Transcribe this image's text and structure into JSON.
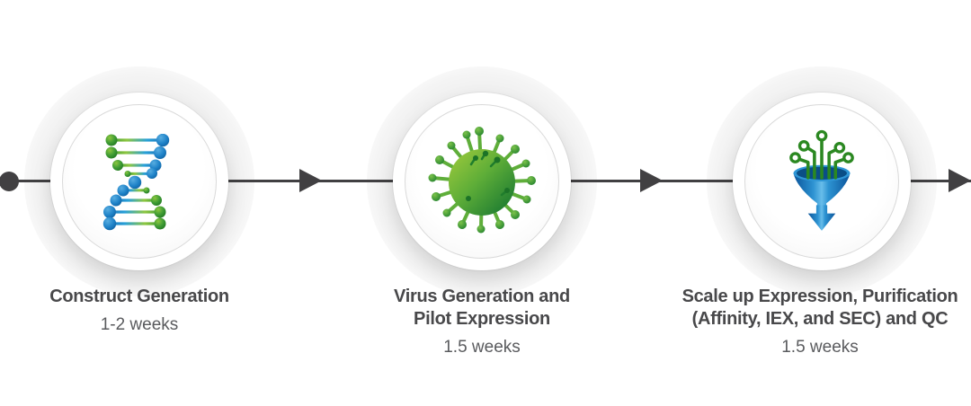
{
  "timeline": {
    "line_color": "#414042",
    "start_marker": "dot",
    "end_marker": "right-arrow",
    "connector": "right-arrow"
  },
  "stages": [
    {
      "icon": "dna-construct-icon",
      "title_lines": [
        "Construct Generation"
      ],
      "duration": "1-2 weeks"
    },
    {
      "icon": "virus-icon",
      "title_lines": [
        "Virus Generation and",
        "Pilot Expression"
      ],
      "duration": "1.5 weeks"
    },
    {
      "icon": "funnel-filter-icon",
      "title_lines": [
        "Scale up Expression, Purification",
        "(Affinity, IEX, and SEC) and QC"
      ],
      "duration": "1.5 weeks"
    }
  ],
  "colors": {
    "title_text": "#48484a",
    "duration_text": "#5a5b5e",
    "line": "#414042",
    "green": "#3f9c35",
    "blue": "#1b75bb",
    "background": "#ffffff"
  }
}
